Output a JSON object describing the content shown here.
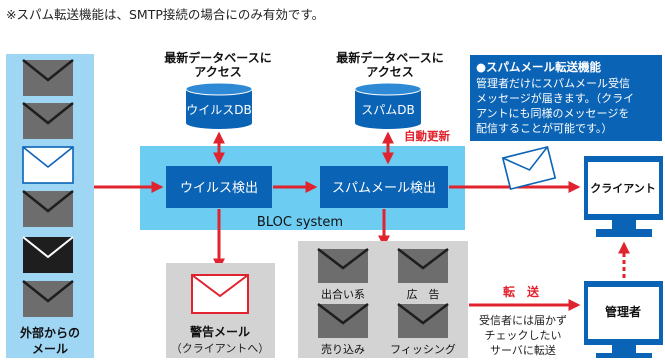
{
  "note": "※スパム転送機能は、SMTP接続の場合にのみ有効です。",
  "access_labels": {
    "left": [
      "最新データベースに",
      "アクセス"
    ],
    "right": [
      "最新データベースに",
      "アクセス"
    ]
  },
  "databases": {
    "virus": "ウイルスDB",
    "spam": "スパムDB"
  },
  "auto_update": "自動更新",
  "system": {
    "virus_check": "ウイルス検出",
    "spam_check": "スパムメール検出",
    "name": "BLOC system"
  },
  "incoming": [
    "外部からの",
    "メール"
  ],
  "warning": [
    "警告メール",
    "（クライアントへ）"
  ],
  "categories": [
    "出合い系",
    "広　告",
    "売り込み",
    "フィッシング"
  ],
  "clients": {
    "client": "クライアント",
    "admin": "管理者"
  },
  "transfer": "転　送",
  "transfer_note": [
    "受信者には届かず",
    "チェックしたい",
    "サーバに転送"
  ],
  "info": {
    "title": "●スパムメール転送機能",
    "body": [
      "管理者だけにスパムメール受信",
      "メッセージが届きます。（クライ",
      "アントにも同様のメッセージを",
      "配信することが可能です。）"
    ]
  },
  "colors": {
    "light_blue": "#9ed6f4",
    "system_blue": "#6cccf2",
    "dark_blue": "#0a63b5",
    "red": "#e0232e",
    "gray": "#d3d3d3",
    "env_gray": "#6d6d6d"
  }
}
